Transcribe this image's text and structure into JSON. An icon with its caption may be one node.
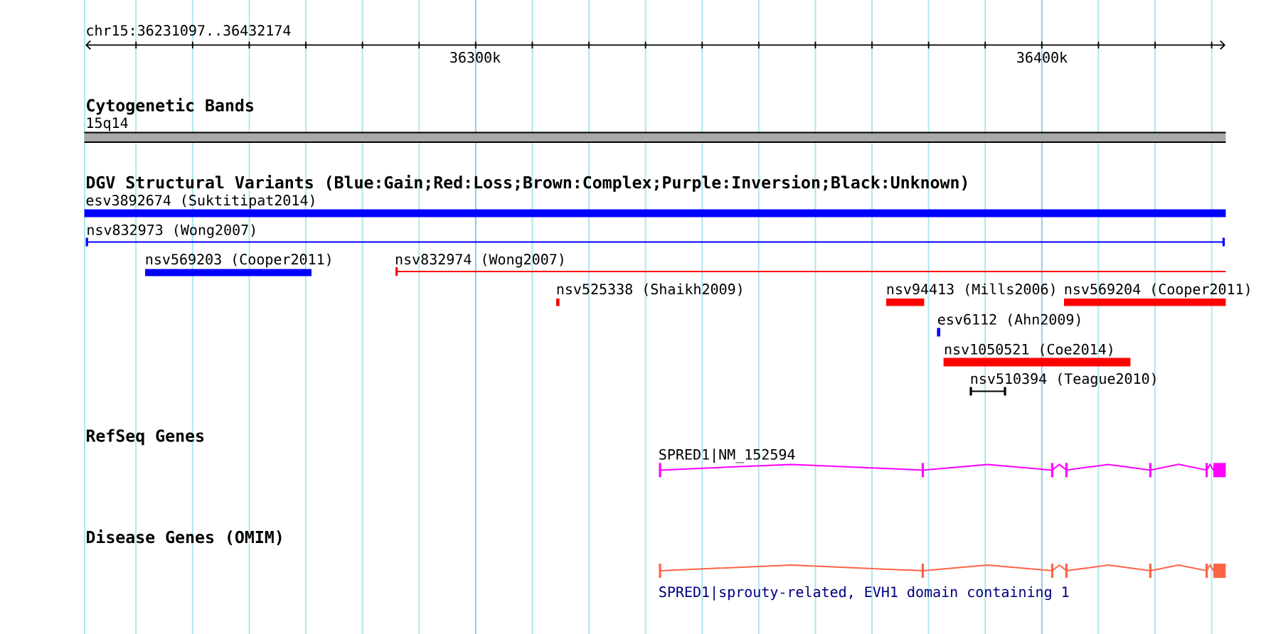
{
  "diagram": {
    "nodes": [
      {
        "text": [
          "15q14"
        ]
      },
      {
        "text": [
          "esv3892674 (Suktitipat2014)"
        ]
      },
      {
        "text": [
          "nsv832973 (Wong2007)"
        ]
      },
      {
        "text": [
          "nsv569203 (Cooper2011)"
        ]
      },
      {
        "text": [
          "nsv832974 (Wong2007)"
        ]
      },
      {
        "text": [
          "nsv525338 (Shaikh2009)"
        ]
      },
      {
        "text": [
          "nsv94413 (Mills2006)"
        ]
      },
      {
        "text": [
          "nsv569204 (Cooper2011)"
        ]
      },
      {
        "text": [
          "esv6112 (Ahn2009)"
        ]
      },
      {
        "text": [
          "nsv1050521 (Coe2014)"
        ]
      },
      {
        "text": [
          "nsv510394 (Teague2010)"
        ]
      },
      {
        "text": [
          "SPRED1|NM_152594"
        ]
      },
      {
        "text": [
          "SPRED1|sprouty-related, EVH1 domain containing 1"
        ]
      }
    ],
    "labels": [
      "chr15:36231097..36432174",
      "36300k",
      "36400k",
      "Cytogenetic Bands",
      "DGV Structural Variants (Blue:Gain;Red:Loss;Brown:Complex;Purple:Inversion;Black:Unknown)",
      "RefSeq Genes",
      "Disease Genes (OMIM)"
    ]
  }
}
